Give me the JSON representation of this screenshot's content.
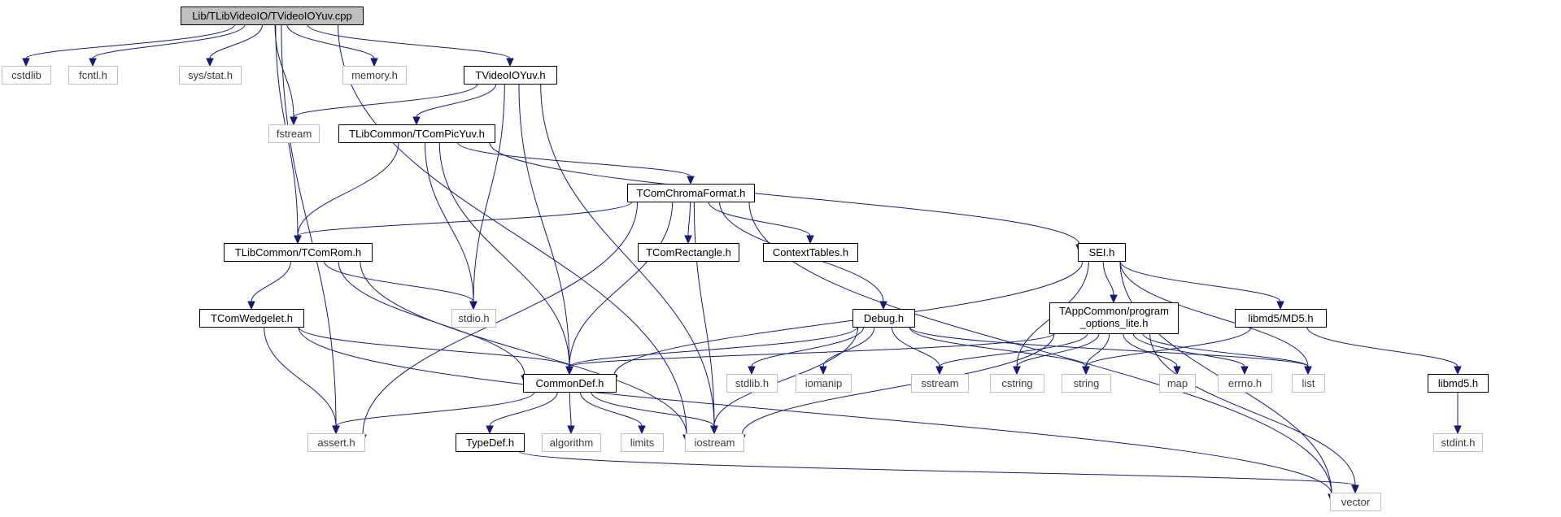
{
  "diagram": {
    "type": "include-dependency-graph",
    "colors": {
      "edge": "#191970",
      "main_node_fill": "#bfbfbf",
      "documented_border": "#000000",
      "external_border": "#bfbfbf"
    },
    "nodes": [
      {
        "id": "main",
        "label": "Lib/TLibVideoIO/TVideoIOYuv.cpp",
        "kind": "main"
      },
      {
        "id": "cstdlib",
        "label": "cstdlib",
        "kind": "ext"
      },
      {
        "id": "fcntl",
        "label": "fcntl.h",
        "kind": "ext"
      },
      {
        "id": "sysstat",
        "label": "sys/stat.h",
        "kind": "ext"
      },
      {
        "id": "memory",
        "label": "memory.h",
        "kind": "ext"
      },
      {
        "id": "tvideoioyuvh",
        "label": "TVideoIOYuv.h",
        "kind": "doc"
      },
      {
        "id": "fstream",
        "label": "fstream",
        "kind": "ext"
      },
      {
        "id": "tcompicyuv",
        "label": "TLibCommon/TComPicYuv.h",
        "kind": "doc"
      },
      {
        "id": "tcomchroma",
        "label": "TComChromaFormat.h",
        "kind": "doc"
      },
      {
        "id": "tcomrom",
        "label": "TLibCommon/TComRom.h",
        "kind": "doc"
      },
      {
        "id": "tcomrect",
        "label": "TComRectangle.h",
        "kind": "doc"
      },
      {
        "id": "contexttables",
        "label": "ContextTables.h",
        "kind": "doc"
      },
      {
        "id": "sei",
        "label": "SEI.h",
        "kind": "doc"
      },
      {
        "id": "tcomwedgelet",
        "label": "TComWedgelet.h",
        "kind": "doc"
      },
      {
        "id": "stdio",
        "label": "stdio.h",
        "kind": "ext"
      },
      {
        "id": "debug",
        "label": "Debug.h",
        "kind": "doc"
      },
      {
        "id": "tappcommon",
        "label": "TAppCommon/program",
        "label2": "_options_lite.h",
        "kind": "doc"
      },
      {
        "id": "libmd5md5",
        "label": "libmd5/MD5.h",
        "kind": "doc"
      },
      {
        "id": "commondef",
        "label": "CommonDef.h",
        "kind": "doc"
      },
      {
        "id": "stdlib",
        "label": "stdlib.h",
        "kind": "ext"
      },
      {
        "id": "iomanip",
        "label": "iomanip",
        "kind": "ext"
      },
      {
        "id": "sstream",
        "label": "sstream",
        "kind": "ext"
      },
      {
        "id": "cstring",
        "label": "cstring",
        "kind": "ext"
      },
      {
        "id": "string",
        "label": "string",
        "kind": "ext"
      },
      {
        "id": "map",
        "label": "map",
        "kind": "ext"
      },
      {
        "id": "errno",
        "label": "errno.h",
        "kind": "ext"
      },
      {
        "id": "list",
        "label": "list",
        "kind": "ext"
      },
      {
        "id": "libmd5h",
        "label": "libmd5.h",
        "kind": "doc"
      },
      {
        "id": "assert",
        "label": "assert.h",
        "kind": "ext"
      },
      {
        "id": "typedef",
        "label": "TypeDef.h",
        "kind": "doc"
      },
      {
        "id": "algorithm",
        "label": "algorithm",
        "kind": "ext"
      },
      {
        "id": "limits",
        "label": "limits",
        "kind": "ext"
      },
      {
        "id": "iostream",
        "label": "iostream",
        "kind": "ext"
      },
      {
        "id": "stdint",
        "label": "stdint.h",
        "kind": "ext"
      },
      {
        "id": "vector",
        "label": "vector",
        "kind": "ext"
      }
    ],
    "edges": [
      [
        "main",
        "cstdlib"
      ],
      [
        "main",
        "fcntl"
      ],
      [
        "main",
        "sysstat"
      ],
      [
        "main",
        "memory"
      ],
      [
        "main",
        "tvideoioyuvh"
      ],
      [
        "main",
        "fstream"
      ],
      [
        "main",
        "tcomrom"
      ],
      [
        "main",
        "assert"
      ],
      [
        "main",
        "iostream"
      ],
      [
        "tvideoioyuvh",
        "fstream"
      ],
      [
        "tvideoioyuvh",
        "tcompicyuv"
      ],
      [
        "tvideoioyuvh",
        "stdio"
      ],
      [
        "tvideoioyuvh",
        "commondef"
      ],
      [
        "tvideoioyuvh",
        "iostream"
      ],
      [
        "tcompicyuv",
        "tcomchroma"
      ],
      [
        "tcompicyuv",
        "tcomrom"
      ],
      [
        "tcompicyuv",
        "stdio"
      ],
      [
        "tcompicyuv",
        "commondef"
      ],
      [
        "tcompicyuv",
        "sei"
      ],
      [
        "tcomchroma",
        "tcomrom"
      ],
      [
        "tcomchroma",
        "tcomrect"
      ],
      [
        "tcomchroma",
        "contexttables"
      ],
      [
        "tcomchroma",
        "debug"
      ],
      [
        "tcomchroma",
        "commondef"
      ],
      [
        "tcomchroma",
        "assert"
      ],
      [
        "tcomchroma",
        "iostream"
      ],
      [
        "tcomchroma",
        "vector"
      ],
      [
        "tcomrom",
        "tcomwedgelet"
      ],
      [
        "tcomrom",
        "stdio"
      ],
      [
        "tcomrom",
        "commondef"
      ],
      [
        "tcomrom",
        "iostream"
      ],
      [
        "sei",
        "commondef"
      ],
      [
        "sei",
        "cstring"
      ],
      [
        "sei",
        "tappcommon"
      ],
      [
        "sei",
        "list"
      ],
      [
        "sei",
        "libmd5md5"
      ],
      [
        "sei",
        "vector"
      ],
      [
        "tcomwedgelet",
        "commondef"
      ],
      [
        "tcomwedgelet",
        "assert"
      ],
      [
        "tcomwedgelet",
        "vector"
      ],
      [
        "debug",
        "commondef"
      ],
      [
        "debug",
        "stdlib"
      ],
      [
        "debug",
        "iomanip"
      ],
      [
        "debug",
        "sstream"
      ],
      [
        "debug",
        "string"
      ],
      [
        "debug",
        "list"
      ],
      [
        "debug",
        "iostream"
      ],
      [
        "tappcommon",
        "commondef"
      ],
      [
        "tappcommon",
        "sstream"
      ],
      [
        "tappcommon",
        "cstring"
      ],
      [
        "tappcommon",
        "string"
      ],
      [
        "tappcommon",
        "map"
      ],
      [
        "tappcommon",
        "errno"
      ],
      [
        "tappcommon",
        "list"
      ],
      [
        "tappcommon",
        "iostream"
      ],
      [
        "tappcommon",
        "vector"
      ],
      [
        "libmd5md5",
        "string"
      ],
      [
        "libmd5md5",
        "libmd5h"
      ],
      [
        "libmd5h",
        "stdint"
      ],
      [
        "commondef",
        "assert"
      ],
      [
        "commondef",
        "typedef"
      ],
      [
        "commondef",
        "algorithm"
      ],
      [
        "commondef",
        "limits"
      ],
      [
        "commondef",
        "iostream"
      ],
      [
        "typedef",
        "vector"
      ]
    ]
  }
}
